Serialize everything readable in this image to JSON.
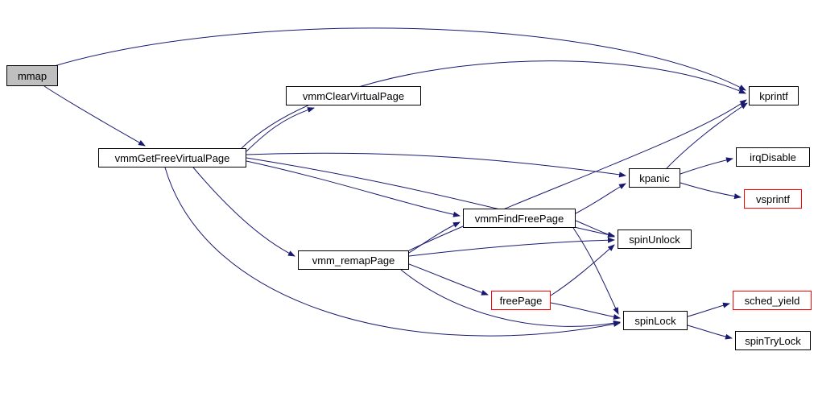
{
  "diagram": {
    "type": "call-graph",
    "background_color": "#ffffff",
    "edge_color": "#191970",
    "node_border_color": "#000000",
    "truncated_node_border_color": "#ff0000",
    "start_node_fill": "#bfbfbf",
    "nodes": [
      {
        "id": "mmap",
        "label": "mmap",
        "style": "start"
      },
      {
        "id": "vmmClearVirtualPage",
        "label": "vmmClearVirtualPage",
        "style": "normal"
      },
      {
        "id": "vmmGetFreeVirtualPage",
        "label": "vmmGetFreeVirtualPage",
        "style": "normal"
      },
      {
        "id": "kprintf",
        "label": "kprintf",
        "style": "normal"
      },
      {
        "id": "irqDisable",
        "label": "irqDisable",
        "style": "normal"
      },
      {
        "id": "kpanic",
        "label": "kpanic",
        "style": "normal"
      },
      {
        "id": "vsprintf",
        "label": "vsprintf",
        "style": "truncated"
      },
      {
        "id": "vmmFindFreePage",
        "label": "vmmFindFreePage",
        "style": "normal"
      },
      {
        "id": "spinUnlock",
        "label": "spinUnlock",
        "style": "normal"
      },
      {
        "id": "vmm_remapPage",
        "label": "vmm_remapPage",
        "style": "normal"
      },
      {
        "id": "freePage",
        "label": "freePage",
        "style": "truncated"
      },
      {
        "id": "sched_yield",
        "label": "sched_yield",
        "style": "truncated"
      },
      {
        "id": "spinLock",
        "label": "spinLock",
        "style": "normal"
      },
      {
        "id": "spinTryLock",
        "label": "spinTryLock",
        "style": "normal"
      }
    ],
    "edges": [
      {
        "from": "mmap",
        "to": "vmmGetFreeVirtualPage"
      },
      {
        "from": "mmap",
        "to": "kprintf"
      },
      {
        "from": "vmmGetFreeVirtualPage",
        "to": "vmmClearVirtualPage"
      },
      {
        "from": "vmmGetFreeVirtualPage",
        "to": "kprintf"
      },
      {
        "from": "vmmGetFreeVirtualPage",
        "to": "kpanic"
      },
      {
        "from": "vmmGetFreeVirtualPage",
        "to": "vmmFindFreePage"
      },
      {
        "from": "vmmGetFreeVirtualPage",
        "to": "spinUnlock"
      },
      {
        "from": "vmmGetFreeVirtualPage",
        "to": "vmm_remapPage"
      },
      {
        "from": "vmmGetFreeVirtualPage",
        "to": "spinLock"
      },
      {
        "from": "vmm_remapPage",
        "to": "vmmFindFreePage"
      },
      {
        "from": "vmm_remapPage",
        "to": "kprintf"
      },
      {
        "from": "vmm_remapPage",
        "to": "spinUnlock"
      },
      {
        "from": "vmm_remapPage",
        "to": "freePage"
      },
      {
        "from": "vmm_remapPage",
        "to": "spinLock"
      },
      {
        "from": "vmmFindFreePage",
        "to": "kpanic"
      },
      {
        "from": "vmmFindFreePage",
        "to": "spinUnlock"
      },
      {
        "from": "vmmFindFreePage",
        "to": "spinLock"
      },
      {
        "from": "freePage",
        "to": "spinUnlock"
      },
      {
        "from": "freePage",
        "to": "spinLock"
      },
      {
        "from": "kpanic",
        "to": "kprintf"
      },
      {
        "from": "kpanic",
        "to": "irqDisable"
      },
      {
        "from": "kpanic",
        "to": "vsprintf"
      },
      {
        "from": "spinLock",
        "to": "sched_yield"
      },
      {
        "from": "spinLock",
        "to": "spinTryLock"
      }
    ]
  }
}
